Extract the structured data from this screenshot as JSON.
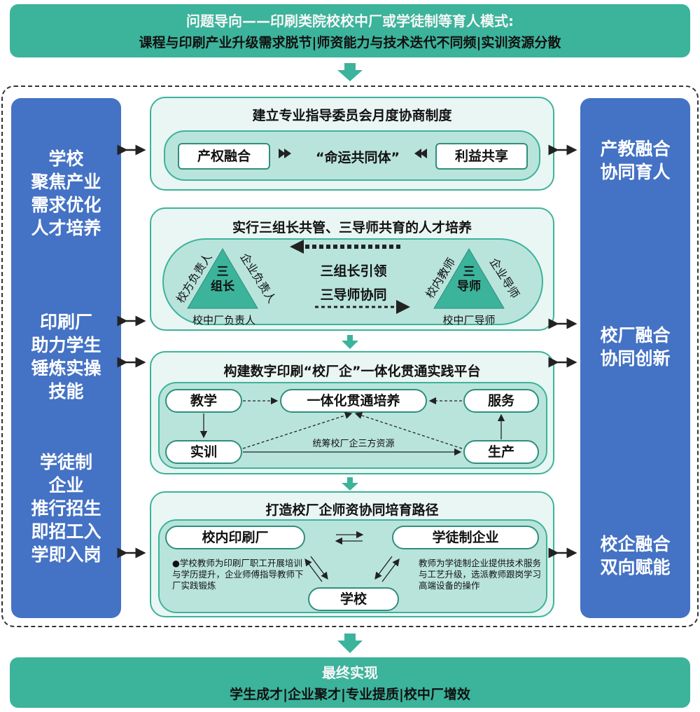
{
  "top_banner": {
    "line1": "问题导向——印刷类院校校中厂或学徒制等育人模式:",
    "line2": "课程与印刷产业升级需求脱节|师资能力与技术迭代不同频|实训资源分散"
  },
  "left_column": {
    "block1": [
      "学校",
      "聚焦产业",
      "需求优化",
      "人才培养"
    ],
    "block2": [
      "印刷厂",
      "助力学生",
      "锤炼实操",
      "技能"
    ],
    "block3": [
      "学徒制",
      "企业",
      "推行招生",
      "即招工入",
      "学即入岗"
    ]
  },
  "right_column": {
    "block1": [
      "产教融合",
      "协同育人"
    ],
    "block2": [
      "校厂融合",
      "协同创新"
    ],
    "block3": [
      "校企融合",
      "双向赋能"
    ]
  },
  "panel1": {
    "title": "建立专业指导委员会月度协商制度",
    "left_box": "产权融合",
    "center": "“命运共同体”",
    "right_box": "利益共享"
  },
  "panel2": {
    "title": "实行三组长共管、三导师共育的人才培养",
    "left_triangle": "三\n组长",
    "left_side_left": "校方负责人",
    "left_side_right": "企业负责人",
    "left_bottom": "校中厂负责人",
    "mid_line1": "三组长引领",
    "mid_line2": "三导师协同",
    "right_triangle": "三\n导师",
    "right_side_left": "校内教师",
    "right_side_right": "企业导师",
    "right_bottom": "校中厂导师"
  },
  "panel3": {
    "title": "构建数字印刷“校厂企”一体化贯通实践平台",
    "teaching": "教学",
    "integrated": "一体化贯通培养",
    "service": "服务",
    "training": "实训",
    "production": "生产",
    "resources": "统筹校厂企三方资源"
  },
  "panel4": {
    "title": "打造校厂企师资协同培育路径",
    "factory": "校内印刷厂",
    "enterprise": "学徒制企业",
    "school": "学校",
    "left_note": "●学校教师为印刷厂职工开展培训与学历提升，企业师傅指导教师下厂实践锻炼",
    "right_note": "教师为学徒制企业提供技术服务与工艺升级，选派教师跟岗学习高端设备的操作"
  },
  "bottom_banner": {
    "line1": "最终实现",
    "line2": "学生成才|企业聚才|专业提质|校中厂增效"
  },
  "colors": {
    "teal": "#3cb39b",
    "blue": "#4472c4",
    "panel_bg": "#eaf6f3",
    "pill_bg": "#b9e4dc"
  }
}
